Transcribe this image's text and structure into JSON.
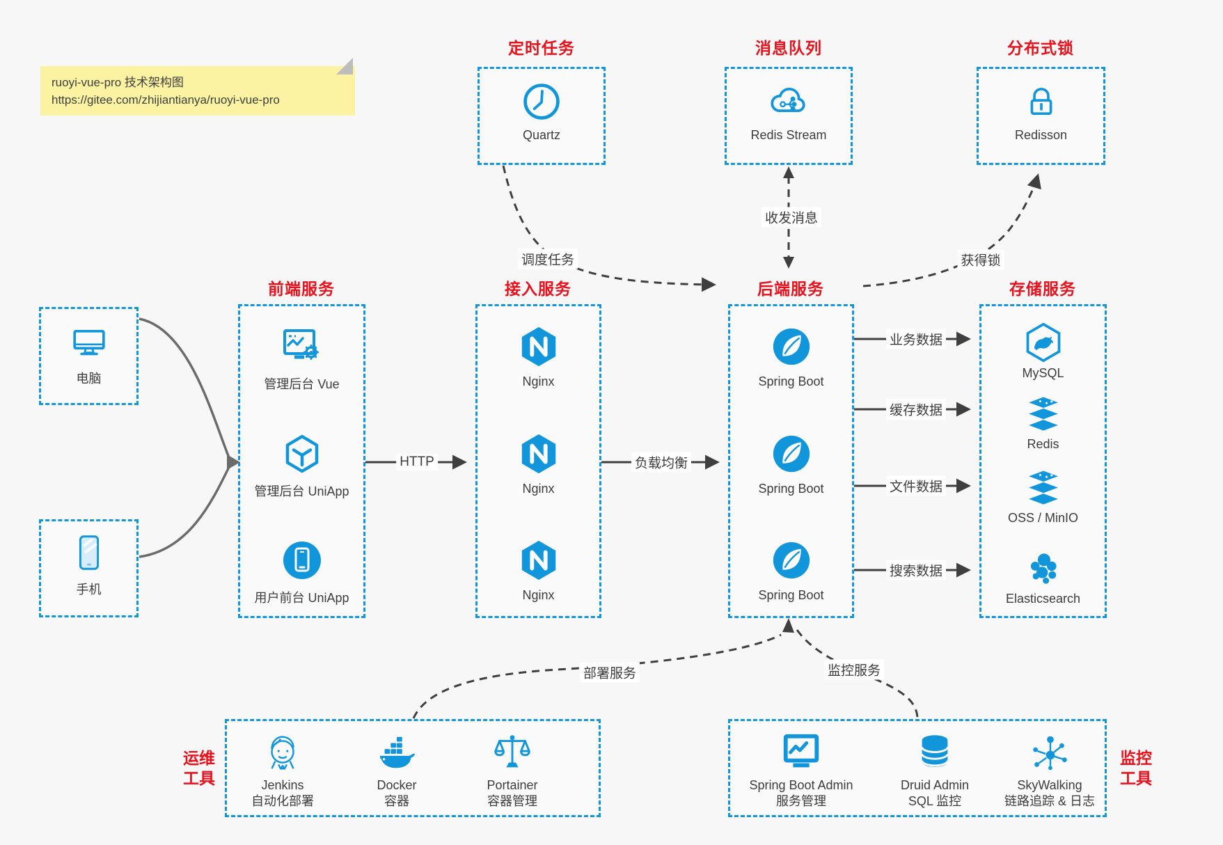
{
  "note": {
    "line1": "ruoyi-vue-pro 技术架构图",
    "line2": "https://gitee.com/zhijiantianya/ruoyi-vue-pro"
  },
  "colors": {
    "blue": "#1296db",
    "red": "#e8111c",
    "arrow_dark": "#3f3f3f",
    "arrow_gray": "#6b6b6b",
    "note_bg": "#fbf2a2",
    "background": "#f7f7f8"
  },
  "top_groups": [
    {
      "title": "定时任务",
      "icon": "clock-icon",
      "label": "Quartz"
    },
    {
      "title": "消息队列",
      "icon": "cloud-stream-icon",
      "label": "Redis Stream"
    },
    {
      "title": "分布式锁",
      "icon": "lock-icon",
      "label": "Redisson"
    }
  ],
  "clients": [
    {
      "icon": "desktop-icon",
      "label": "电脑"
    },
    {
      "icon": "phone-icon",
      "label": "手机"
    }
  ],
  "columns": [
    {
      "title": "前端服务",
      "items": [
        {
          "icon": "admin-vue-icon",
          "label": "管理后台 Vue"
        },
        {
          "icon": "uniapp-cube-icon",
          "label": "管理后台 UniApp"
        },
        {
          "icon": "user-app-icon",
          "label": "用户前台 UniApp"
        }
      ]
    },
    {
      "title": "接入服务",
      "items": [
        {
          "icon": "nginx-icon",
          "label": "Nginx"
        },
        {
          "icon": "nginx-icon",
          "label": "Nginx"
        },
        {
          "icon": "nginx-icon",
          "label": "Nginx"
        }
      ]
    },
    {
      "title": "后端服务",
      "items": [
        {
          "icon": "spring-boot-icon",
          "label": "Spring Boot"
        },
        {
          "icon": "spring-boot-icon",
          "label": "Spring Boot"
        },
        {
          "icon": "spring-boot-icon",
          "label": "Spring Boot"
        }
      ]
    },
    {
      "title": "存储服务",
      "items": [
        {
          "icon": "mysql-icon",
          "label": "MySQL"
        },
        {
          "icon": "redis-icon",
          "label": "Redis"
        },
        {
          "icon": "oss-icon",
          "label": "OSS / MinIO"
        },
        {
          "icon": "elasticsearch-icon",
          "label": "Elasticsearch"
        }
      ]
    }
  ],
  "bottom_groups": [
    {
      "side_line1": "运维",
      "side_line2": "工具",
      "items": [
        {
          "icon": "jenkins-icon",
          "name": "Jenkins",
          "desc": "自动化部署"
        },
        {
          "icon": "docker-icon",
          "name": "Docker",
          "desc": "容器"
        },
        {
          "icon": "portainer-icon",
          "name": "Portainer",
          "desc": "容器管理"
        }
      ]
    },
    {
      "side_line1": "监控",
      "side_line2": "工具",
      "items": [
        {
          "icon": "spring-boot-admin-icon",
          "name": "Spring Boot Admin",
          "desc": "服务管理"
        },
        {
          "icon": "druid-icon",
          "name": "Druid Admin",
          "desc": "SQL 监控"
        },
        {
          "icon": "skywalking-icon",
          "name": "SkyWalking",
          "desc": "链路追踪 & 日志"
        }
      ]
    }
  ],
  "edges": {
    "http": "HTTP",
    "lb": "负载均衡",
    "biz": "业务数据",
    "cache": "缓存数据",
    "file": "文件数据",
    "search": "搜索数据",
    "msg": "收发消息",
    "sched": "调度任务",
    "lock": "获得锁",
    "deploy": "部署服务",
    "monitor": "监控服务"
  }
}
